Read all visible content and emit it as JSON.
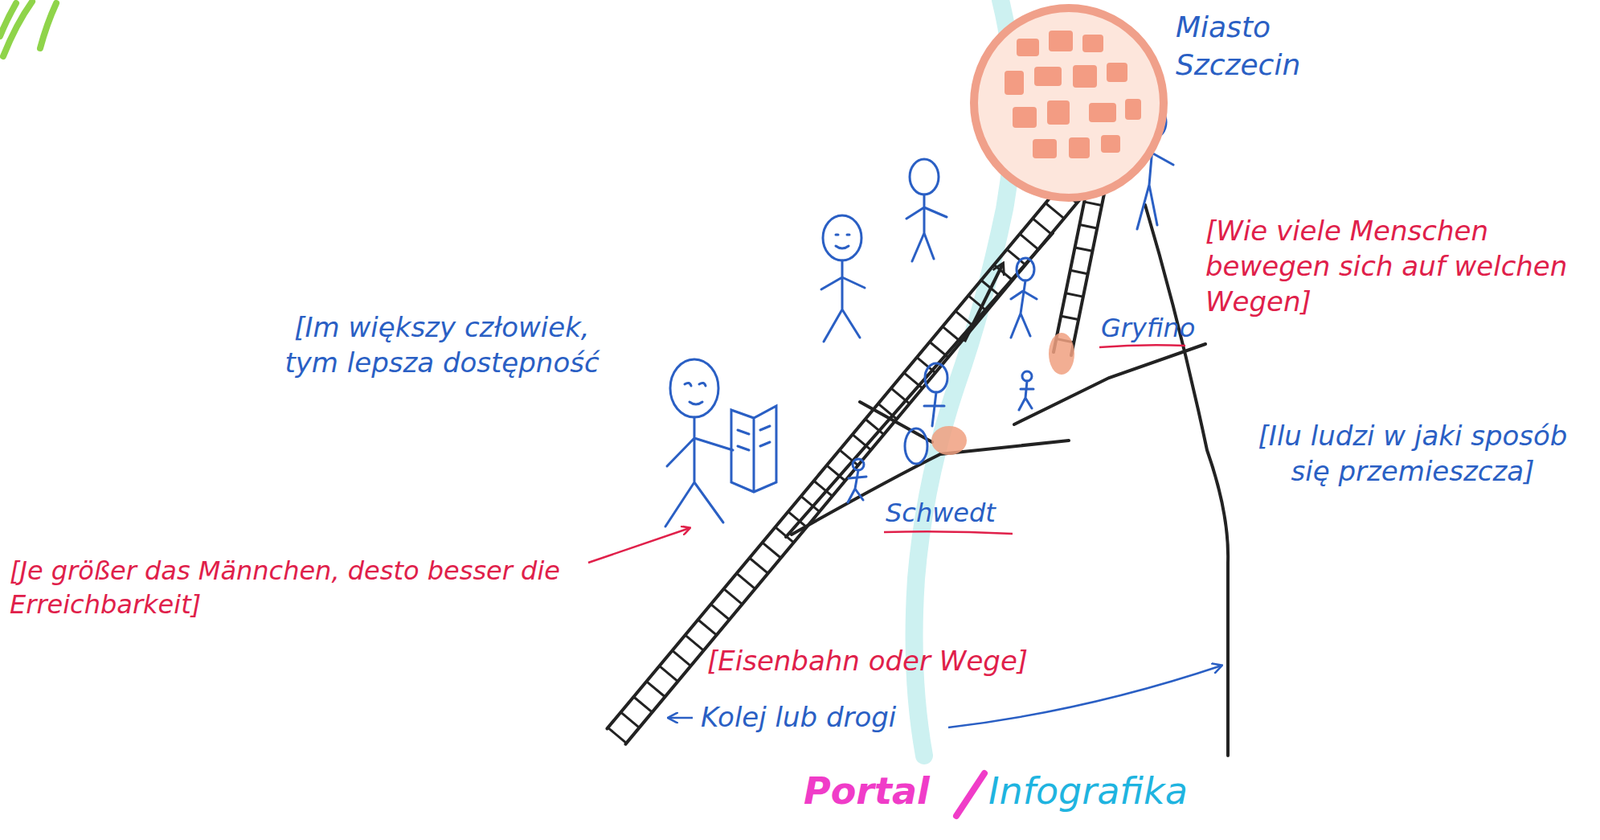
{
  "diagram": {
    "nodes": [
      {
        "text": [
          "Miasto Szczecin"
        ]
      }
    ],
    "labels": [
      "[Im większy człowiek, tym lepsza dostępność",
      "[Je größer das Männchen, desto besser die Erreichbarkeit]",
      "[Wie viele Menschen bewegen sich auf welchen Wegen]",
      "[Ilu ludzi w jaki sposób się przemieszcza]",
      "Gryfino",
      "Schwedt",
      "[Eisenbahn oder Wege]",
      "Kolej lub drogi",
      "Portal",
      "Infografika"
    ]
  }
}
